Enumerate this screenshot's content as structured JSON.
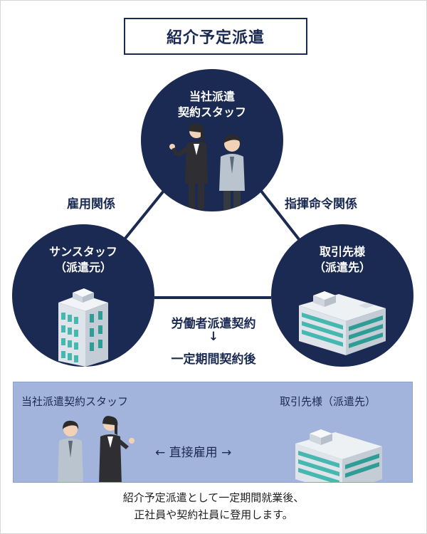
{
  "title": "紹介予定派遣",
  "nodes": {
    "staff": {
      "line1": "当社派遣",
      "line2": "契約スタッフ"
    },
    "dispatcher": {
      "line1": "サンスタッフ",
      "line2": "（派遣元）"
    },
    "client": {
      "line1": "取引先様",
      "line2": "（派遣先）"
    }
  },
  "relations": {
    "employment": "雇用関係",
    "command": "指揮命令関係",
    "contract": "労働者派遣契約",
    "arrow": "↓",
    "after": "一定期間契約後"
  },
  "panel": {
    "staff_label": "当社派遣契約スタッフ",
    "client_label": "取引先様（派遣先）",
    "direct_hire": "← 直接雇用 →"
  },
  "footer": {
    "line1": "紹介予定派遣として一定期間就業後、",
    "line2": "正社員や契約社員に登用します。"
  },
  "colors": {
    "navy": "#1b2a52",
    "panel_bg": "#a3b4dc",
    "building_teal": "#46b8b0",
    "building_face": "#e4e8ed"
  }
}
